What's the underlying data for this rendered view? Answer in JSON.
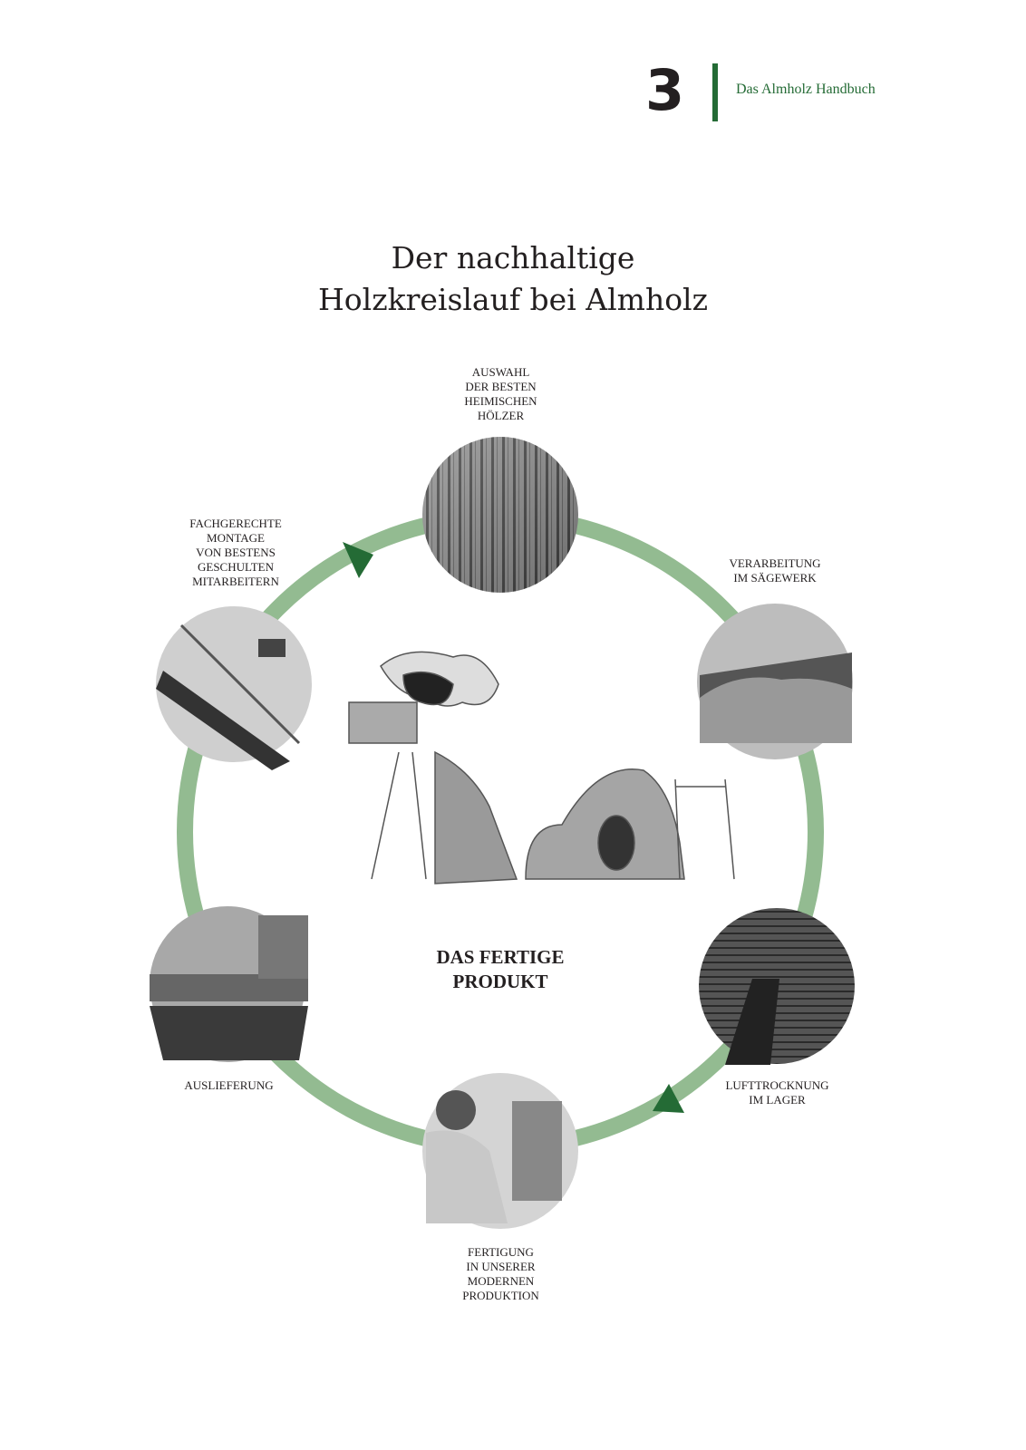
{
  "header": {
    "chapter_number": "3",
    "book_title": "Das Almholz Handbuch"
  },
  "title": "Der nachhaltige\nHolzkreislauf bei Almholz",
  "center": {
    "label": "DAS FERTIGE\nPRODUKT"
  },
  "steps": [
    {
      "label": "AUSWAHL\nDER BESTEN\nHEIMISCHEN\nHÖLZER"
    },
    {
      "label": "VERARBEITUNG\nIM SÄGEWERK"
    },
    {
      "label": "LUFTTROCKNUNG\nIM LAGER"
    },
    {
      "label": "FERTIGUNG\nIN UNSERER\nMODERNEN\nPRODUKTION"
    },
    {
      "label": "AUSLIEFERUNG"
    },
    {
      "label": "FACHGERECHTE\nMONTAGE\nVON BESTENS\nGESCHULTEN\nMITARBEITERN"
    }
  ],
  "colors": {
    "accent": "#246b35",
    "ring": "#93bb91"
  }
}
